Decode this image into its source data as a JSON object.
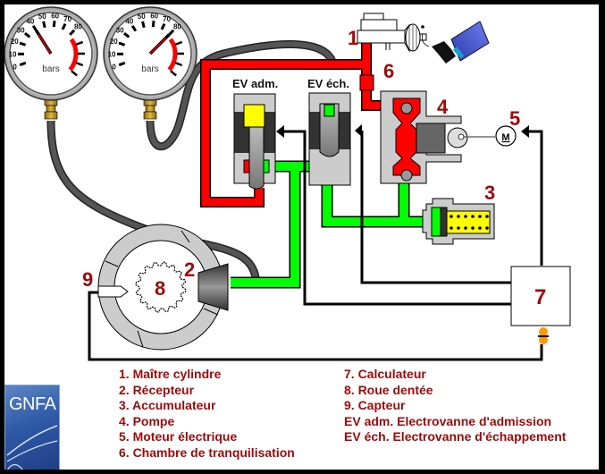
{
  "diagram": {
    "title_labels": {
      "ev_adm": "EV adm.",
      "ev_ech": "EV éch."
    },
    "component_numbers": {
      "master_cylinder": "1",
      "receiver": "2",
      "accumulator": "3",
      "pump": "4",
      "electric_motor": "5",
      "damping_chamber": "6",
      "calculator": "7",
      "toothed_wheel": "8",
      "sensor": "9"
    },
    "motor_symbol": "M",
    "gauges": [
      {
        "name": "left-gauge",
        "unit": "bars",
        "scale_ticks": [
          "0",
          "10",
          "20",
          "30",
          "40",
          "50",
          "60",
          "70",
          "80"
        ],
        "needle_value": 40,
        "scale_max": 80
      },
      {
        "name": "right-gauge",
        "unit": "bars",
        "scale_ticks": [
          "0",
          "10",
          "20",
          "30",
          "40",
          "50",
          "60",
          "70",
          "80"
        ],
        "needle_value": 80,
        "scale_max": 80
      }
    ],
    "colors": {
      "high_pressure": "#ff0000",
      "low_pressure": "#00ff00",
      "hose": "#444444",
      "label": "#9b0a0a",
      "body_grey": "#cccccc",
      "coil": "#333333",
      "accumulator_spring": "#ffff00",
      "sensor_connector": "#ff9900"
    }
  },
  "legend": {
    "left": [
      "1. Maître cylindre",
      "2. Récepteur",
      "3. Accumulateur",
      "4. Pompe",
      "5. Moteur électrique",
      "6. Chambre de tranquilisation"
    ],
    "right": [
      "7. Calculateur",
      "8. Roue dentée",
      "9. Capteur",
      "EV adm. Electrovanne d'admission",
      "EV éch. Electrovanne d'échappement"
    ]
  },
  "logo": {
    "text": "GNFA"
  }
}
